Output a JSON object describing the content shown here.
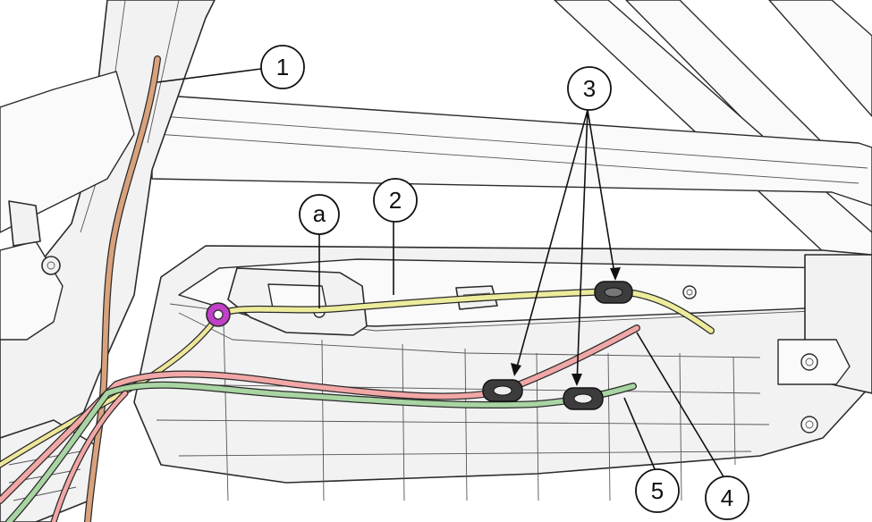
{
  "callouts": [
    {
      "id": "c1",
      "label": "1"
    },
    {
      "id": "c2",
      "label": "2"
    },
    {
      "id": "c3",
      "label": "3"
    },
    {
      "id": "ca",
      "label": "a"
    },
    {
      "id": "c4",
      "label": "4"
    },
    {
      "id": "c5",
      "label": "5"
    }
  ],
  "colors": {
    "cable_1": "#d9a27c",
    "cable_2": "#ecec9c",
    "cable_4": "#f2a7a7",
    "cable_5": "#a9d4a3",
    "cable_yellow_lower": "#eee79a",
    "clamp_ring": "#c040c8",
    "grommet": "#3c3c3c",
    "outline": "#2a2a2a"
  }
}
